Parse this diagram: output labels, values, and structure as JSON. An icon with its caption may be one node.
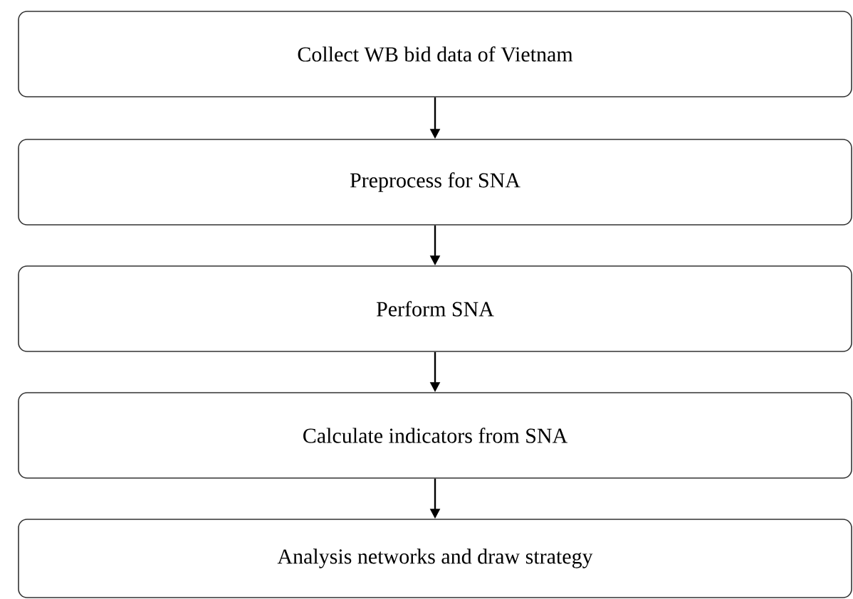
{
  "diagram": {
    "nodes": [
      {
        "text": [
          "Collect WB bid data of Vietnam"
        ]
      },
      {
        "text": [
          "Preprocess for SNA"
        ]
      },
      {
        "text": [
          "Perform SNA"
        ]
      },
      {
        "text": [
          "Calculate indicators from SNA"
        ]
      },
      {
        "text": [
          "Analysis networks and draw strategy"
        ]
      }
    ],
    "edges": [
      {
        "from": 0,
        "to": 1,
        "arrow": "to"
      },
      {
        "from": 1,
        "to": 2,
        "arrow": "to"
      },
      {
        "from": 2,
        "to": 3,
        "arrow": "to"
      },
      {
        "from": 3,
        "to": 4,
        "arrow": "to"
      }
    ]
  }
}
